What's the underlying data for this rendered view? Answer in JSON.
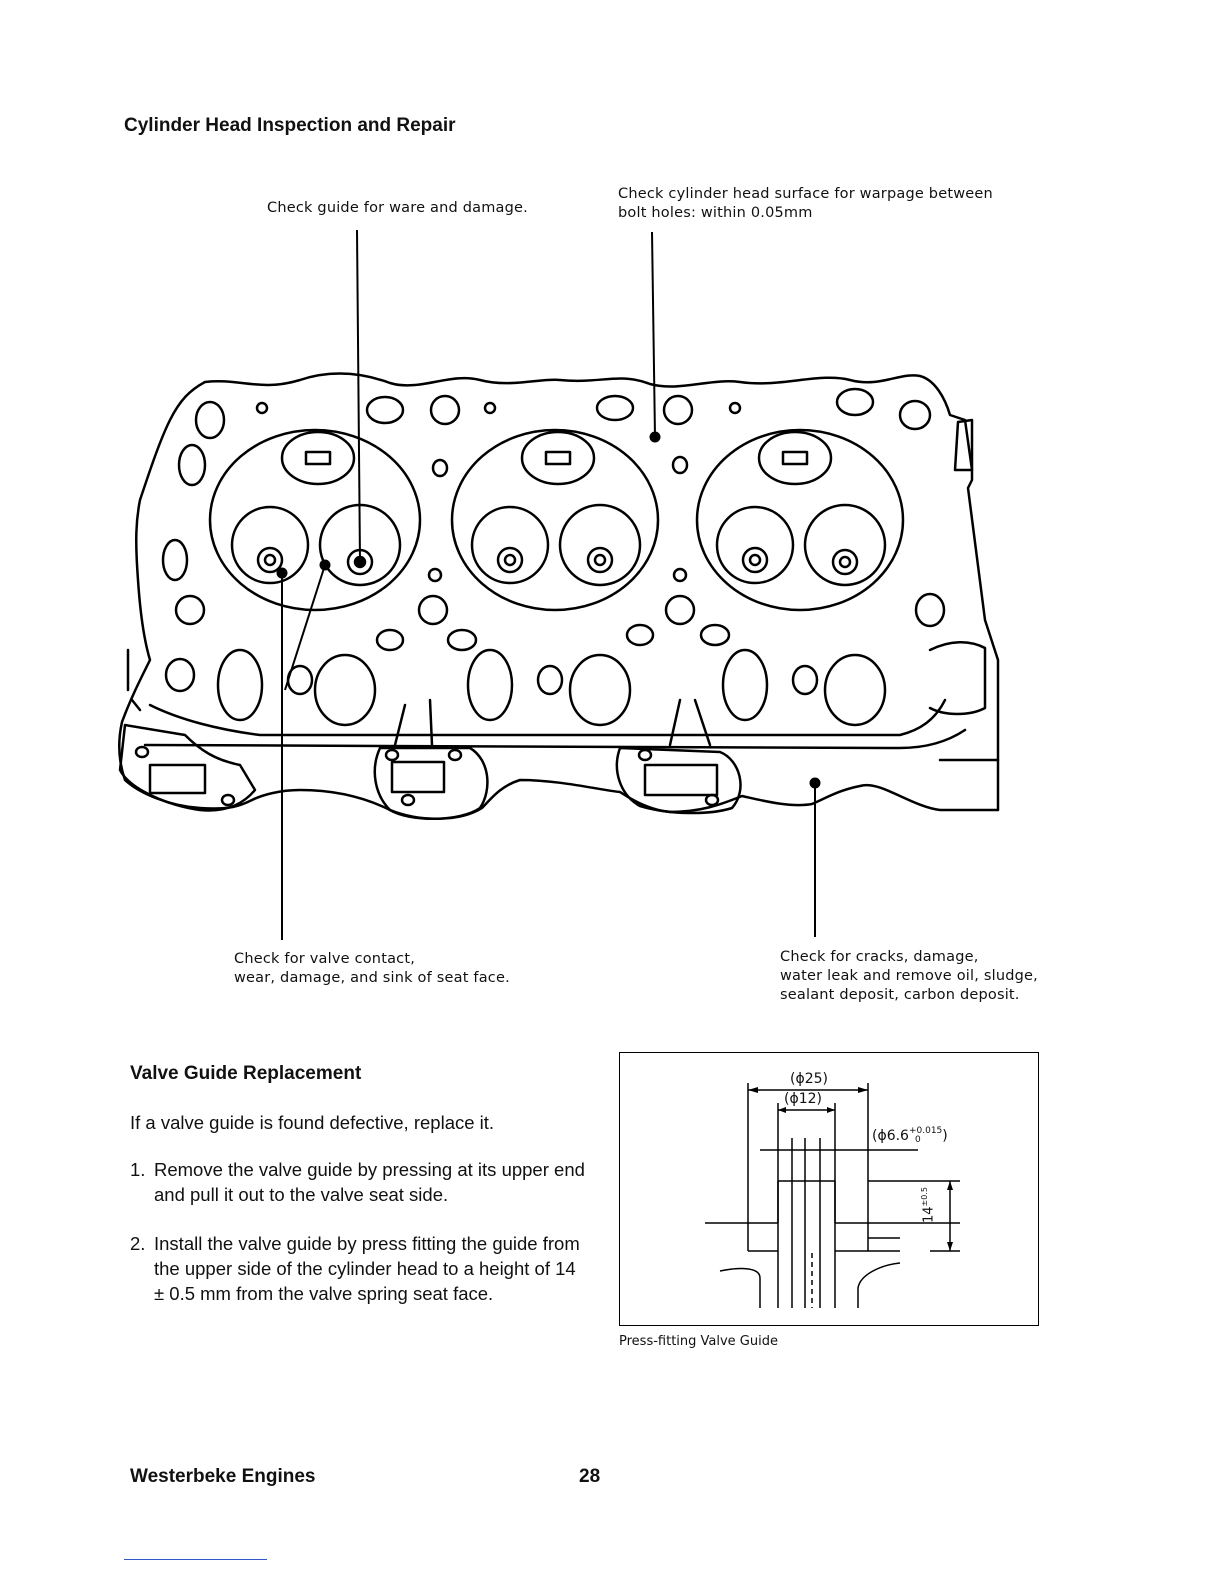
{
  "section1": {
    "title": "Cylinder Head Inspection and Repair"
  },
  "callouts": {
    "guide": "Check guide for ware and damage.",
    "surface_line1": "Check cylinder head surface for warpage between",
    "surface_line2": "bolt holes: within 0.05mm",
    "valve_line1": "Check for valve contact,",
    "valve_line2": "wear, damage, and sink of seat face.",
    "cracks_line1": "Check for cracks, damage,",
    "cracks_line2": "water leak and remove oil, sludge,",
    "cracks_line3": "sealant deposit, carbon deposit."
  },
  "section2": {
    "title": "Valve Guide Replacement",
    "intro": "If a valve guide is found defective, replace it.",
    "steps": [
      {
        "num": "1.",
        "text": "Remove the valve guide by pressing at its upper end and pull it out to the valve seat side."
      },
      {
        "num": "2.",
        "text": "Install the valve guide by press fitting the guide from the upper side of the cylinder head to a height of 14 ± 0.5 mm from the valve spring seat face."
      }
    ]
  },
  "figure2": {
    "dim_outer": "(ϕ25)",
    "dim_inner": "(ϕ12)",
    "dim_bore": "(ϕ6.6",
    "dim_bore_tol": "+0.015",
    "dim_bore_tol_low": "0",
    "dim_bore_close": ")",
    "dim_height": "14",
    "dim_height_tol": "±0.5",
    "caption": "Press-fitting Valve Guide"
  },
  "footer": {
    "brand": "Westerbeke Engines",
    "page": "28"
  }
}
